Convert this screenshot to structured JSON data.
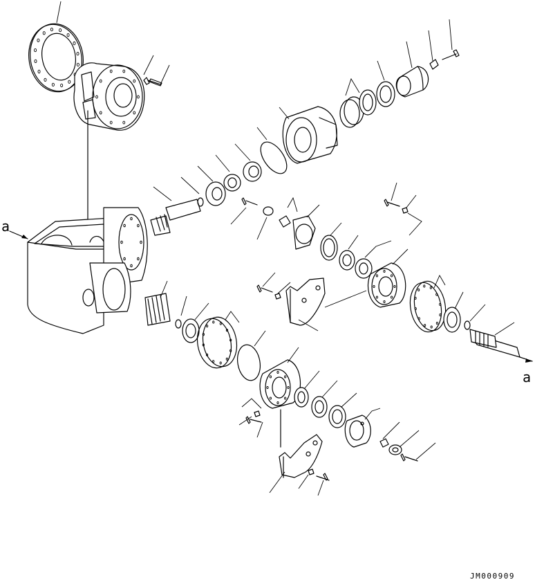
{
  "diagram": {
    "callouts": {
      "view_ref_left": "a",
      "view_ref_right": "a"
    },
    "drawing_code": "JM000909",
    "colors": {
      "line": "#000000",
      "background": "#ffffff"
    }
  }
}
